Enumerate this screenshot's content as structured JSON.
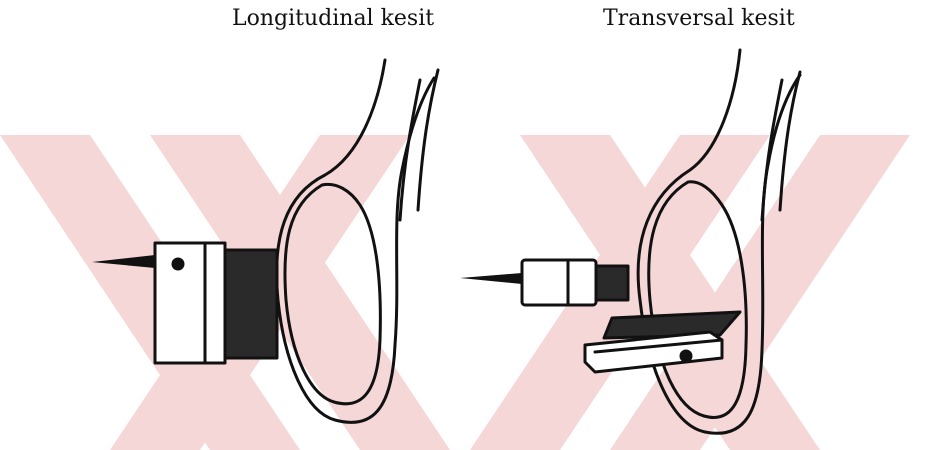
{
  "figure": {
    "left_caption": "Longitudinal kesit",
    "right_caption": "Transversal kesit"
  },
  "colors": {
    "ink": "#111111",
    "watermark": "#f6d7d7"
  },
  "icons": {
    "left": [
      "bone-outline",
      "transducer-probe",
      "needle"
    ],
    "right": [
      "bone-outline",
      "transducer-probe",
      "needle",
      "plate"
    ]
  }
}
